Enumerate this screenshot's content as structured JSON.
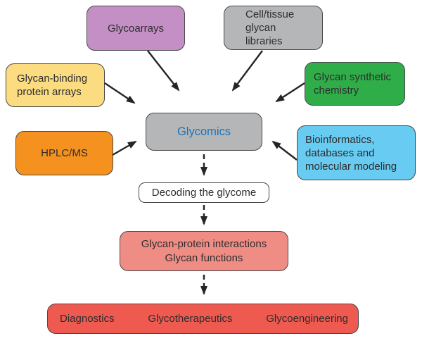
{
  "nodes": {
    "glycoarrays": {
      "label": "Glycoarrays",
      "fill": "#c48fc5"
    },
    "cell_tissue": {
      "lines": [
        "Cell/tissue",
        "glycan",
        "libraries"
      ],
      "fill": "#b5b6b8"
    },
    "glycan_binding": {
      "lines": [
        "Glycan-binding",
        "protein arrays"
      ],
      "fill": "#fbdc80"
    },
    "synthetic_chemistry": {
      "lines": [
        "Glycan synthetic",
        "chemistry"
      ],
      "fill": "#2fad49"
    },
    "hplc_ms": {
      "label": "HPLC/MS",
      "fill": "#f5921f"
    },
    "bioinformatics": {
      "lines": [
        "Bioinformatics,",
        "databases and",
        "molecular modeling"
      ],
      "fill": "#68cbf1"
    },
    "glycomics": {
      "label": "Glycomics",
      "fill": "#b5b6b8",
      "text_color": "#1b75bb"
    },
    "decoding": {
      "label": "Decoding the glycome",
      "fill": "#ffffff"
    },
    "interactions": {
      "lines": [
        "Glycan-protein interactions",
        "Glycan functions"
      ],
      "fill": "#ef8d85"
    },
    "outcomes": {
      "items": [
        "Diagnostics",
        "Glycotherapeutics",
        "Glycoengineering"
      ],
      "fill": "#ee5a50"
    }
  },
  "colors": {
    "border": "#48484a",
    "arrow": "#262424",
    "text": "#2e2d2e"
  }
}
